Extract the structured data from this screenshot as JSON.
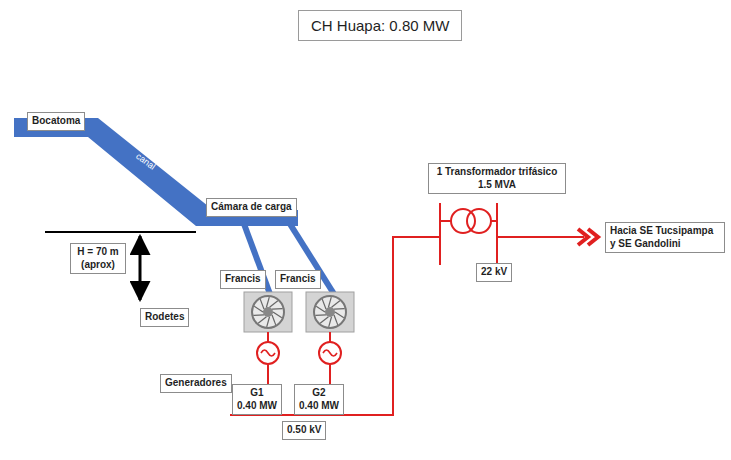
{
  "diagram": {
    "title": "CH Huapa: 0.80 MW",
    "nodes": [
      {
        "text": [
          "Bocatoma"
        ]
      },
      {
        "text": [
          "Cámara de carga"
        ]
      },
      {
        "text": [
          "1 Transformador trifásico 1.5 MVA"
        ]
      },
      {
        "text": [
          "H = 70 m (aprox)"
        ]
      },
      {
        "text": [
          "Francis"
        ]
      },
      {
        "text": [
          "Francis"
        ]
      },
      {
        "text": [
          "22 kV"
        ]
      },
      {
        "text": [
          "Hacia SE Tucsipampa y SE Gandolini"
        ]
      },
      {
        "text": [
          "Rodetes"
        ]
      },
      {
        "text": [
          "Generadores"
        ]
      },
      {
        "text": [
          "G1",
          "0.40 MW"
        ]
      },
      {
        "text": [
          "G2",
          "0.40 MW"
        ]
      },
      {
        "text": [
          "0.50 kV"
        ]
      }
    ],
    "labels": [
      "canal"
    ]
  }
}
